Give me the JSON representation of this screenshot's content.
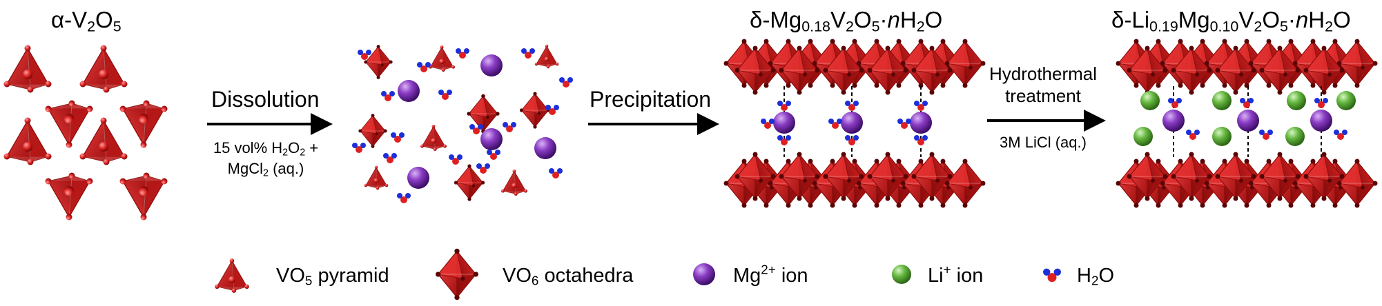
{
  "stages": {
    "alpha": {
      "title_pre": "α-V",
      "title_sub1": "2",
      "title_mid": "O",
      "title_sub2": "5"
    },
    "delta_mg": {
      "title_pre": "δ-Mg",
      "title_sub1": "0.18",
      "title_mid1": "V",
      "title_sub2": "2",
      "title_mid2": "O",
      "title_sub3": "5",
      "title_dot": "·",
      "title_n": "n",
      "title_tail": "H",
      "title_sub4": "2",
      "title_end": "O"
    },
    "delta_limg": {
      "title_pre": "δ-Li",
      "title_sub1": "0.19",
      "title_mid1": "Mg",
      "title_sub2": "0.10",
      "title_mid2": "V",
      "title_sub3": "2",
      "title_mid3": "O",
      "title_sub4": "5",
      "title_dot": "·",
      "title_n": "n",
      "title_tail": "H",
      "title_sub5": "2",
      "title_end": "O"
    }
  },
  "steps": {
    "dissolution": {
      "label": "Dissolution",
      "cond_line1_pre": "15 vol% H",
      "cond_line1_sub1": "2",
      "cond_line1_mid": "O",
      "cond_line1_sub2": "2",
      "cond_line1_end": " +",
      "cond_line2_pre": "MgCl",
      "cond_line2_sub": "2",
      "cond_line2_end": " (aq.)"
    },
    "precipitation": {
      "label": "Precipitation"
    },
    "hydrothermal": {
      "label_line1": "Hydrothermal",
      "label_line2": "treatment",
      "cond": "3M LiCl (aq.)"
    }
  },
  "legend": {
    "vo5": {
      "pre": "VO",
      "sub": "5",
      "post": " pyramid"
    },
    "vo6": {
      "pre": "VO",
      "sub": "6",
      "post": " octahedra"
    },
    "mg": {
      "pre": "Mg",
      "sup": "2+",
      "post": " ion"
    },
    "li": {
      "pre": "Li",
      "sup": "+",
      "post": " ion"
    },
    "h2o": {
      "pre": "H",
      "sub": "2",
      "post": "O"
    }
  },
  "colors": {
    "vanadium_red": "#d81e1e",
    "vanadium_dark": "#8e0d0d",
    "mg_purple": "#7b2fb0",
    "li_green": "#5fb53a",
    "water_blue": "#1d2fd8",
    "water_red": "#e02020",
    "arrow": "#000000"
  }
}
